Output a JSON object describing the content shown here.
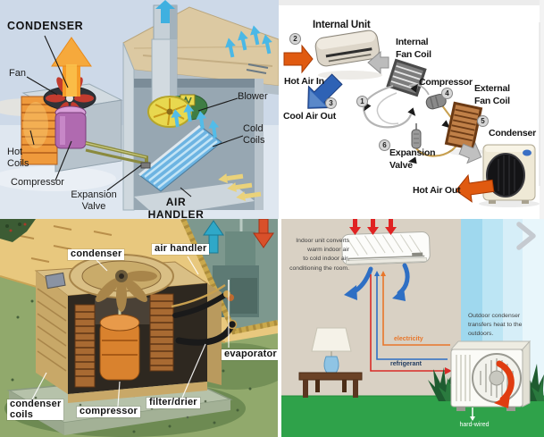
{
  "panels": {
    "top_left": {
      "labels": {
        "condenser": "CONDENSER",
        "fan": "Fan",
        "hot_coils": "Hot\nCoils",
        "compressor": "Compressor",
        "expansion_valve": "Expansion\nValve",
        "air_handler": "AIR\nHANDLER",
        "blower": "Blower",
        "cold_coils": "Cold\nCoils"
      },
      "colors": {
        "sky": "#cdd9e8",
        "hot_arrow": "#f59b28",
        "compressor": "#b06ab0",
        "cold_coils": "#7fc4ea",
        "fan": "#c23b2e"
      }
    },
    "top_right": {
      "labels": {
        "internal_unit": "Internal Unit",
        "internal_fan_coil": "Internal\nFan Coil",
        "compressor": "Compressor",
        "external_fan_coil": "External\nFan Coil",
        "condenser": "Condenser",
        "expansion_valve": "Expansion\nValve",
        "hot_air_in": "Hot Air In",
        "cool_air_out": "Cool Air Out",
        "hot_air_out": "Hot Air Out"
      },
      "step_numbers": [
        "1",
        "2",
        "3",
        "4",
        "5",
        "6"
      ],
      "colors": {
        "hot": "#e05a10",
        "cool": "#2e62b5",
        "pipe_gray": "#b4b4b4",
        "pipe_copper": "#c8a050"
      }
    },
    "bottom_left": {
      "labels": {
        "condenser": "condenser",
        "air_handler": "air handler",
        "evaporator": "evaporator",
        "condenser_coils": "condenser\ncoils",
        "compressor": "compressor",
        "filter_drier": "filter/drier"
      },
      "colors": {
        "grass": "#91a96c",
        "wall": "#e8c87e",
        "compressor": "#d9822e",
        "arrow_up": "#2fa8c8",
        "arrow_down": "#d9502a"
      }
    },
    "bottom_right": {
      "captions": {
        "indoor": "Indoor unit converts\nwarm indoor air\nto cold indoor air,\nconditioning the room.",
        "outdoor": "Outdoor condenser\ntransfers heat to the outdoors."
      },
      "wire_labels": {
        "electricity": "electricity",
        "refrigerant": "refrigerant"
      },
      "unit_note": "hard-wired",
      "colors": {
        "wall": "#d9d1c4",
        "sky": "#a5dbef",
        "floor": "#2fa24a",
        "electricity_wire": "#e8762a",
        "refrigerant_supply_wire": "#2e6fc4",
        "refrigerant_return_wire": "#d92b27"
      }
    },
    "nav": {
      "next_icon": "chevron-right"
    }
  }
}
